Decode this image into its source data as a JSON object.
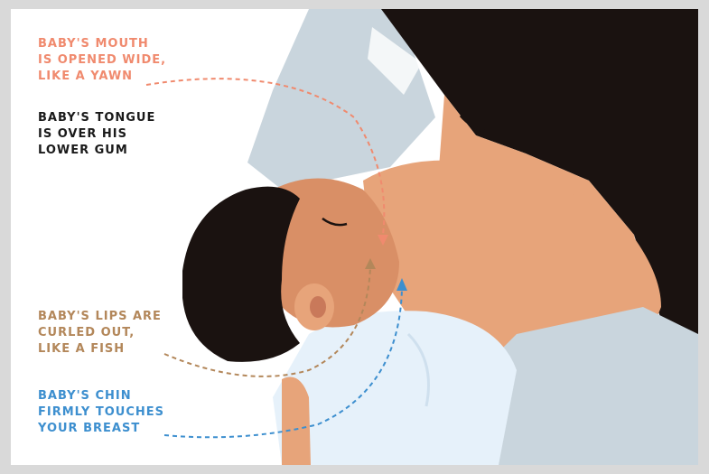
{
  "colors": {
    "mouth": "#f08a6e",
    "tongue": "#1a1a1a",
    "lips": "#b3875a",
    "chin": "#3d8fcf",
    "skin": "#e7a47a",
    "skin_shadow": "#d98f66",
    "hair": "#1a1210",
    "shirt": "#c9d5dd",
    "swaddle": "#e6f1fa",
    "frame": "#d9d9d9"
  },
  "labels": {
    "mouth": [
      "BABY'S MOUTH",
      "IS OPENED WIDE,",
      "LIKE A YAWN"
    ],
    "tongue": [
      "BABY'S TONGUE",
      "IS OVER HIS",
      "LOWER GUM"
    ],
    "lips": [
      "BABY'S LIPS ARE",
      "CURLED OUT,",
      "LIKE A FISH"
    ],
    "chin": [
      "BABY'S CHIN",
      "FIRMLY TOUCHES",
      "YOUR BREAST"
    ]
  }
}
